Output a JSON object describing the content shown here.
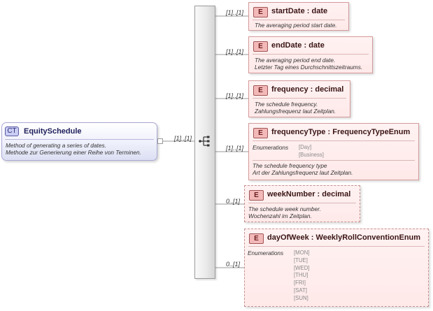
{
  "complex_type": {
    "badge": "CT",
    "name": "EquitySchedule",
    "doc": [
      "Method of generating a series of dates.",
      "Methode zur Generierung einer Reihe von Terminen."
    ],
    "multiplicity": "[1]..[1]"
  },
  "elements": [
    {
      "badge": "E",
      "name": "startDate",
      "separator": ":",
      "type": "date",
      "multiplicity": "[1]..[1]",
      "doc": [
        "The averaging period start date."
      ]
    },
    {
      "badge": "E",
      "name": "endDate",
      "separator": ":",
      "type": "date",
      "multiplicity": "[1]..[1]",
      "doc": [
        "The averaging period end date.",
        "Letzter Tag eines Durchschnittszeitraums."
      ]
    },
    {
      "badge": "E",
      "name": "frequency",
      "separator": ":",
      "type": "decimal",
      "multiplicity": "[1]..[1]",
      "doc": [
        "The schedule frequency.",
        "Zahlungsfrequenz laut Zeitplan."
      ]
    },
    {
      "badge": "E",
      "name": "frequencyType",
      "separator": ":",
      "type": "FrequencyTypeEnum",
      "multiplicity": "[1]..[1]",
      "enum_label": "Enumerations",
      "enumerations": [
        "[Day]",
        "[Business]"
      ],
      "doc": [
        "The schedule frequency type",
        "Art der Zahlungsfrequenz laut Zeitplan."
      ]
    },
    {
      "badge": "E",
      "name": "weekNumber",
      "separator": ":",
      "type": "decimal",
      "multiplicity": "0..[1]",
      "doc": [
        "The schedule week number.",
        "Wochenzahl im Zeitplan."
      ]
    },
    {
      "badge": "E",
      "name": "dayOfWeek",
      "separator": ":",
      "type": "WeeklyRollConventionEnum",
      "multiplicity": "0..[1]",
      "enum_label": "Enumerations",
      "enumerations": [
        "[MON]",
        "[TUE]",
        "[WED]",
        "[THU]",
        "[FRI]",
        "[SAT]",
        "[SUN]"
      ],
      "doc": []
    }
  ],
  "colors": {
    "element_border": "#d59a9a",
    "element_fill": "#ffeeee",
    "complex_type_border": "#a9a9d6",
    "connector": "#9a9a9a"
  }
}
